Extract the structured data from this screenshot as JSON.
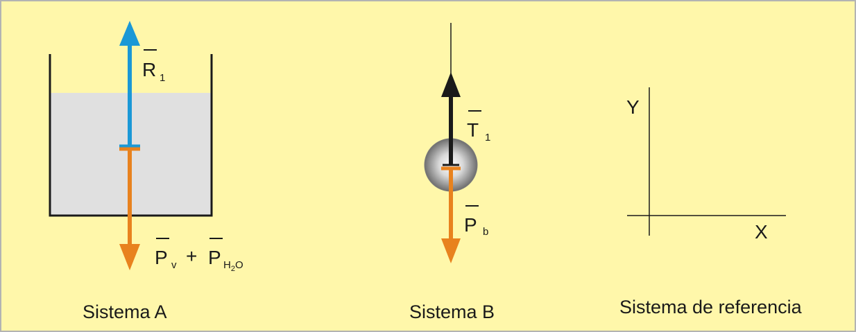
{
  "colors": {
    "background": "#fff7aa",
    "border": "#b3b3b3",
    "water": "#e0e0e0",
    "container": "#1a1a1a",
    "reaction_vector": "#1b98d6",
    "weight_vector": "#e8821e",
    "tension_vector": "#1a1a1a",
    "string": "#1a1a1a",
    "ball": "#8c8c8c"
  },
  "icons": {
    "system_a": "beaker-with-water",
    "system_b": "hanging-ball"
  },
  "system_a": {
    "caption": "Sistema A",
    "reaction": {
      "symbol": "R",
      "subscript": "1"
    },
    "weights": [
      {
        "symbol": "P",
        "subscript": "v"
      },
      {
        "symbol": "P",
        "subscript": "H2O"
      }
    ],
    "plus": "+"
  },
  "system_b": {
    "caption": "Sistema B",
    "tension": {
      "symbol": "T",
      "subscript": "1"
    },
    "weight": {
      "symbol": "P",
      "subscript": "b"
    }
  },
  "reference": {
    "caption": "Sistema de referencia",
    "y_label": "Y",
    "x_label": "X"
  }
}
